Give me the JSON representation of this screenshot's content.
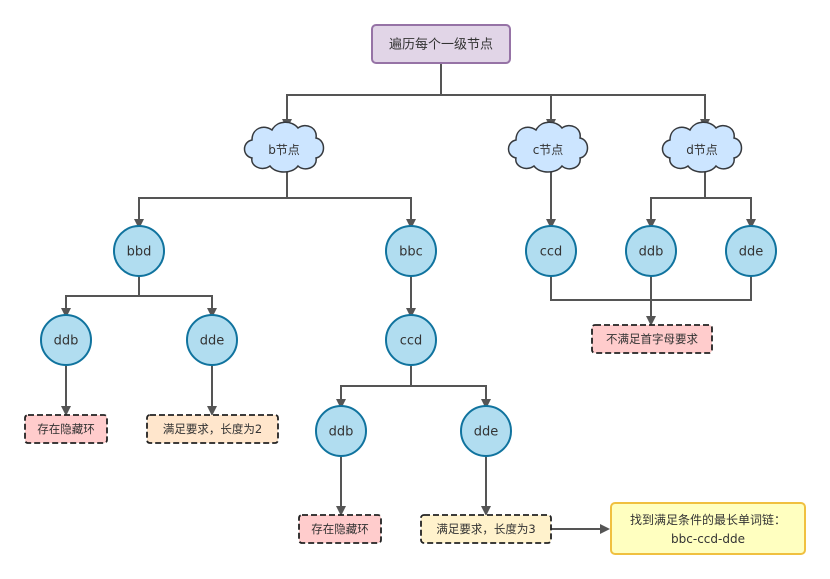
{
  "root": {
    "label": "遍历每个一级节点"
  },
  "clouds": {
    "b": "b节点",
    "c": "c节点",
    "d": "d节点"
  },
  "nodes": {
    "b_bbd": "bbd",
    "b_bbc": "bbc",
    "b_bbd_ddb": "ddb",
    "b_bbd_dde": "dde",
    "b_bbc_ccd": "ccd",
    "b_bbc_ccd_ddb": "ddb",
    "b_bbc_ccd_dde": "dde",
    "c_ccd": "ccd",
    "d_ddb": "ddb",
    "d_dde": "dde"
  },
  "notes": {
    "hidden_ring_1": "存在隐藏环",
    "meets_len2": "满足要求，长度为2",
    "hidden_ring_2": "存在隐藏环",
    "meets_len3": "满足要求，长度为3",
    "first_letter_fail": "不满足首字母要求"
  },
  "result": {
    "line1": "找到满足条件的最长单词链：",
    "line2": "bbc-ccd-dde"
  },
  "colors": {
    "root_fill": "#e1d5e7",
    "root_stroke": "#9673a6",
    "cloud_fill": "#cce5ff",
    "cloud_stroke": "#36393d",
    "node_fill": "#b1ddf0",
    "node_stroke": "#10739e",
    "pink_fill": "#ffcccc",
    "orange_fill": "#ffe6cc",
    "yellow_fill": "#fff2cc",
    "result_fill": "#ffffc0",
    "result_stroke": "#f0c040",
    "edge": "#555555"
  }
}
